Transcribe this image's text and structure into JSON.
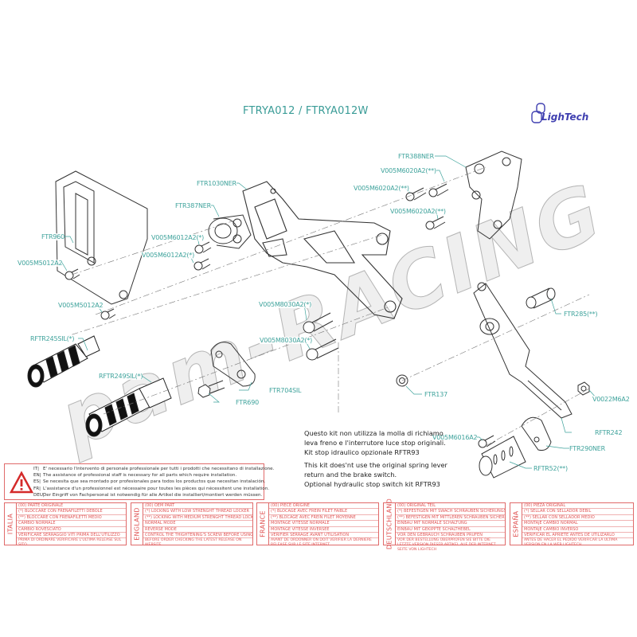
{
  "title": "FTRYA012 / FTRYA012W",
  "brand": {
    "logo_text": "LighTech",
    "color": "#3f3fb0"
  },
  "watermark": "pam-RACING",
  "label_color": "#3fa39c",
  "warning_color": "#e05555",
  "part_labels": [
    {
      "id": "FTR388NER",
      "text": "FTR388NER"
    },
    {
      "id": "V005M6020A2-a",
      "text": "V005M6020A2(**)"
    },
    {
      "id": "V005M6020A2-b",
      "text": "V005M6020A2(**)"
    },
    {
      "id": "V005M6020A2-c",
      "text": "V005M6020A2(**)"
    },
    {
      "id": "FTR1030NER",
      "text": "FTR1030NER"
    },
    {
      "id": "FTR387NER",
      "text": "FTR387NER"
    },
    {
      "id": "V005M6012A2-a",
      "text": "V005M6012A2(*)"
    },
    {
      "id": "V005M6012A2-b",
      "text": "V005M6012A2(*)"
    },
    {
      "id": "FTR960",
      "text": "FTR960"
    },
    {
      "id": "V005M5012A2-a",
      "text": "V005M5012A2"
    },
    {
      "id": "V005M5012A2-b",
      "text": "V005M5012A2"
    },
    {
      "id": "V005M8030A2-a",
      "text": "V005M8030A2(*)"
    },
    {
      "id": "V005M8030A2-b",
      "text": "V005M8030A2(*)"
    },
    {
      "id": "RFTR245SIL",
      "text": "RFTR245SIL(*)"
    },
    {
      "id": "RFTR249SIL",
      "text": "RFTR249SIL(*)"
    },
    {
      "id": "FTR704SIL",
      "text": "FTR704SIL"
    },
    {
      "id": "FTR690",
      "text": "FTR690"
    },
    {
      "id": "FTR137",
      "text": "FTR137"
    },
    {
      "id": "FTR285",
      "text": "FTR285(**)"
    },
    {
      "id": "V0022M6A2",
      "text": "V0022M6A2"
    },
    {
      "id": "RFTR242",
      "text": "RFTR242"
    },
    {
      "id": "FTR290NER",
      "text": "FTR290NER"
    },
    {
      "id": "V005M6016A2",
      "text": "V005M6016A2"
    },
    {
      "id": "RFTR52",
      "text": "RFTR52(**)"
    }
  ],
  "notes": {
    "it": [
      "Questo kit non utilizza la molla di richiamo",
      "leva freno e l'interrutore luce stop originali.",
      "Kit stop idraulico opzionale RFTR93"
    ],
    "en": [
      "This kit does'nt use the original spring lever",
      "return and the brake switch.",
      "Optional hydraulic stop switch kit RFTR93"
    ]
  },
  "warning": {
    "icon": "warning-triangle-icon",
    "lines": [
      {
        "code": "IT|",
        "text": "E' necessario l'intervento di personale professionale per tutti i prodotti che necessitano di installazione."
      },
      {
        "code": "EN|",
        "text": "The assistance of professional staff is necessary for all parts which require installation."
      },
      {
        "code": "ES|",
        "text": "Se necesita que sea montado por profesionales para todos los productos que necesitan instalación."
      },
      {
        "code": "FR|",
        "text": "L'assistance d'un professionnel est nécessaire pour toutes les pièces qui nécessitent une installation."
      },
      {
        "code": "DEU|",
        "text": "Der Eingriff von Fachpersonal ist notwendig für alle Artikel die installiert/montiert werden müssen."
      }
    ]
  },
  "legend": [
    {
      "lang": "ITALIA",
      "rows": [
        "(00) PARTE ORIGINALE",
        "(*)  BLOCCARE CON FRENAFILETTI DEBOLE",
        "(**)  BLOCCARE CON FRENAFILETTI MEDIO",
        "CAMBIO NORMALE",
        "CAMBIO ROVESCIATO",
        "VERIFICARE SERRAGGIO VITI PRIMA DELL'UTILIZZO"
      ],
      "footer": "PRIMA DI ORDINARE VERIFICARE L'ULTIMA RELEASE SUL SITO"
    },
    {
      "lang": "ENGLAND",
      "rows": [
        "(00) OEM PART",
        "(*)  LOCKING WITH LOW STRENGHT THREAD LOCKER",
        "(**)  LOCKING WITH MEDIUM STRENGHT THREAD LOCKER",
        "NORMAL MODE",
        "REVERSE MODE",
        "CONTROL THE THIGHTENING'S SCREW BEFORE USING"
      ],
      "footer": "BEFORE ORDER CHECKING THE LATEST RELEASE ON WEBSITE"
    },
    {
      "lang": "FRANCE",
      "rows": [
        "(00) PIECE ORIGINE",
        "(*)  BLOCAGE AVEC FREIN FILET FAIBLE",
        "(**)  BLOCAGE AVEC FREIN FILET MOYENNE",
        "MONTAGE VITESSE NORMALE",
        "MONTAGE VITESSE INVERSEE",
        "VERIFIER SERRAGE AVANT UTILISATION"
      ],
      "footer": "AVANT DE ORDONNER ON DOIT VERIFIER LA DERNIERE RELEASE SUR LE SITE INTERNET"
    },
    {
      "lang": "DEUTSCHLAND",
      "rows": [
        "(00) ORIGINAL TEIL",
        "(*)  BEFESTIGEN MIT SWACH SCHRAUBEN SICHERUNGSMITTEL",
        "(**)  BEFESTIGEN MIT MITTLEREN SCHRAUBEN SICHERUNGSMITTEL",
        "EINBAU MIT NORMALE SCHALTUNG",
        "EINBAU MIT GEKIPPTE SCHALTHEBEL",
        "VOR DEN GEBRAUCH SCHRAUBEN PRÜFEN"
      ],
      "footer": "VOR DER BESTELLUNG ÜBERPRÜFEN SIE BITTE DIE LETZTE VERSION DIESER ARTIKEL AUF DER INTERNET SEITE VON LIGHTECH"
    },
    {
      "lang": "ESPAÑA",
      "rows": [
        "(00) PIEZA ORIGINAL",
        "(*)  SELLAR CON SELLADOR DEBIL",
        "(**)  SELLAR CON SELLADOR MEDIO",
        "MONTAJE CAMBIO NORMAL",
        "MONTAJE CAMBIO INVERSO",
        "VERIFICAR EL APRIETE ANTES DE UTILIZARLO"
      ],
      "footer": "ANTES DE HACER EL PEDIDO VERIFICAR LA ULTIMA VERSION EN LA WEB LIGHTECH"
    }
  ]
}
